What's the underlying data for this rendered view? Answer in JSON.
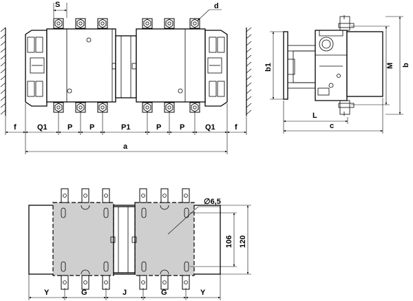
{
  "front_view": {
    "labels": {
      "s": "S",
      "d": "d",
      "f": "f",
      "q1": "Q1",
      "p": "P",
      "p1": "P1",
      "a": "a"
    }
  },
  "side_view": {
    "labels": {
      "b1": "b1",
      "m": "M",
      "b": "b",
      "l": "L",
      "c": "c"
    }
  },
  "mounting_view": {
    "labels": {
      "hole_diameter": "∅6,5",
      "height_106": "106",
      "height_120": "120",
      "y": "Y",
      "g": "G",
      "j": "J"
    }
  },
  "colors": {
    "line": "#000000",
    "mounting_area": "#cfcfcf",
    "background": "#ffffff"
  }
}
